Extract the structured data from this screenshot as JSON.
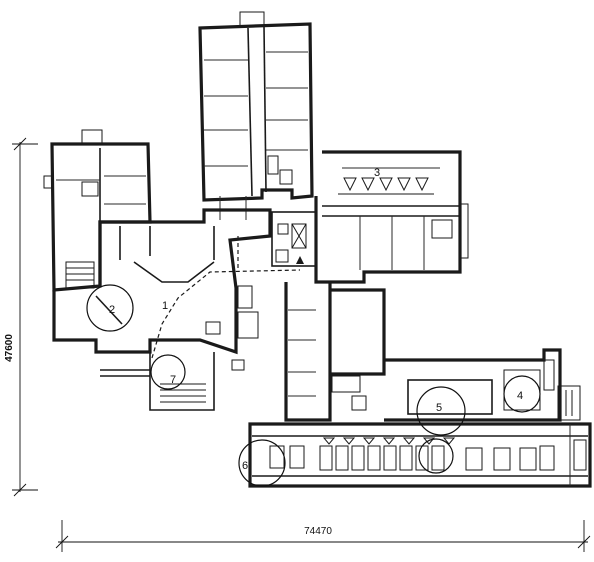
{
  "dimensions": {
    "height": "47600",
    "width": "74470"
  },
  "zones": [
    {
      "id": "1",
      "label": "1"
    },
    {
      "id": "2",
      "label": "2"
    },
    {
      "id": "3",
      "label": "3"
    },
    {
      "id": "4",
      "label": "4"
    },
    {
      "id": "5",
      "label": "5"
    },
    {
      "id": "6",
      "label": "6"
    },
    {
      "id": "7",
      "label": "7"
    }
  ]
}
